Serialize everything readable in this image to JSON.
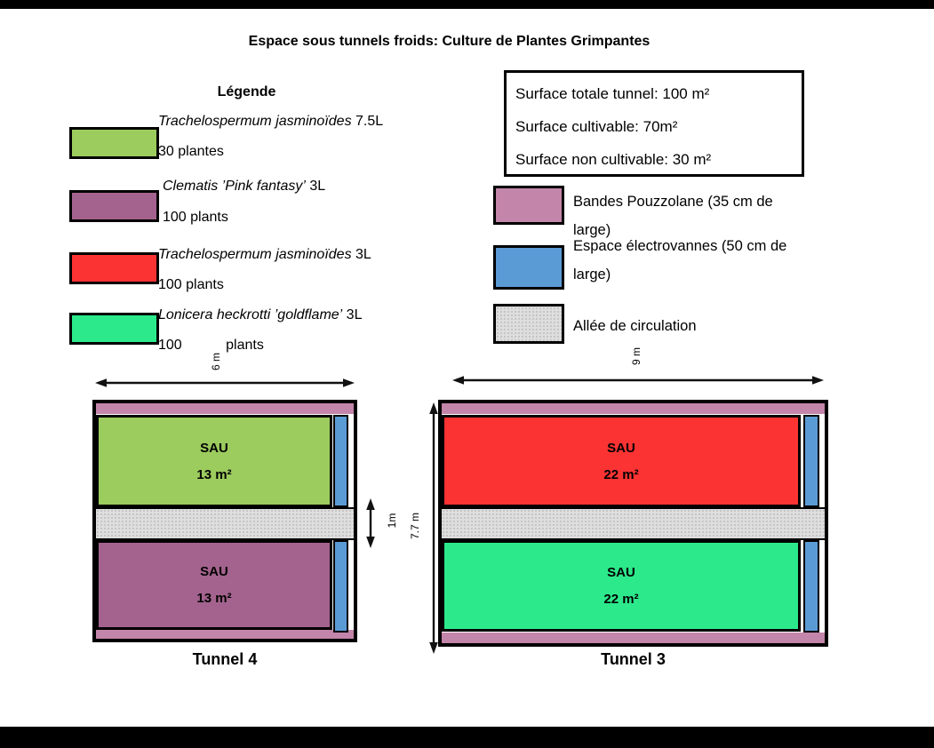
{
  "title": "Espace sous tunnels froids: Culture de Plantes Grimpantes",
  "legend": {
    "heading": "Légende",
    "items": [
      {
        "species": "Trachelospermum jasminoïdes",
        "size": "7.5L",
        "count": "30 plantes",
        "color": "#9ccb5e"
      },
      {
        "species": "Clematis ’Pink fantasy’",
        "size": "3L",
        "count": "100 plants",
        "color": "#a4638e"
      },
      {
        "species": "Trachelospermum jasminoïdes",
        "size": "3L",
        "count": "100 plants",
        "color": "#fb3333"
      },
      {
        "species": "Lonicera heckrotti ’goldflame’",
        "size": "3L",
        "count": "100",
        "count_suffix": "plants",
        "color": "#2cea8c"
      }
    ]
  },
  "info_box": {
    "lines": [
      "Surface totale tunnel: 100 m²",
      "Surface cultivable: 70m²",
      "Surface non cultivable: 30 m²"
    ]
  },
  "zone_legend": {
    "items": [
      {
        "label": "Bandes Pouzzolane (35 cm de large)",
        "color": "#c385a9"
      },
      {
        "label": "Espace électrovannes (50 cm de large)",
        "color": "#5b9bd5"
      },
      {
        "label": "Allée de circulation",
        "color": "#dedede"
      }
    ]
  },
  "tunnel4": {
    "name": "Tunnel 4",
    "width_label": "6 m",
    "alley_label": "1m",
    "sections": [
      {
        "label": "SAU",
        "area": "13 m²",
        "color": "#9ccb5e"
      },
      {
        "label": "SAU",
        "area": "13 m²",
        "color": "#a4638e"
      }
    ]
  },
  "tunnel3": {
    "name": "Tunnel 3",
    "width_label": "9 m",
    "height_label": "7.7 m",
    "sections": [
      {
        "label": "SAU",
        "area": "22 m²",
        "color": "#fb3333"
      },
      {
        "label": "SAU",
        "area": "22 m²",
        "color": "#2cea8c"
      }
    ]
  }
}
